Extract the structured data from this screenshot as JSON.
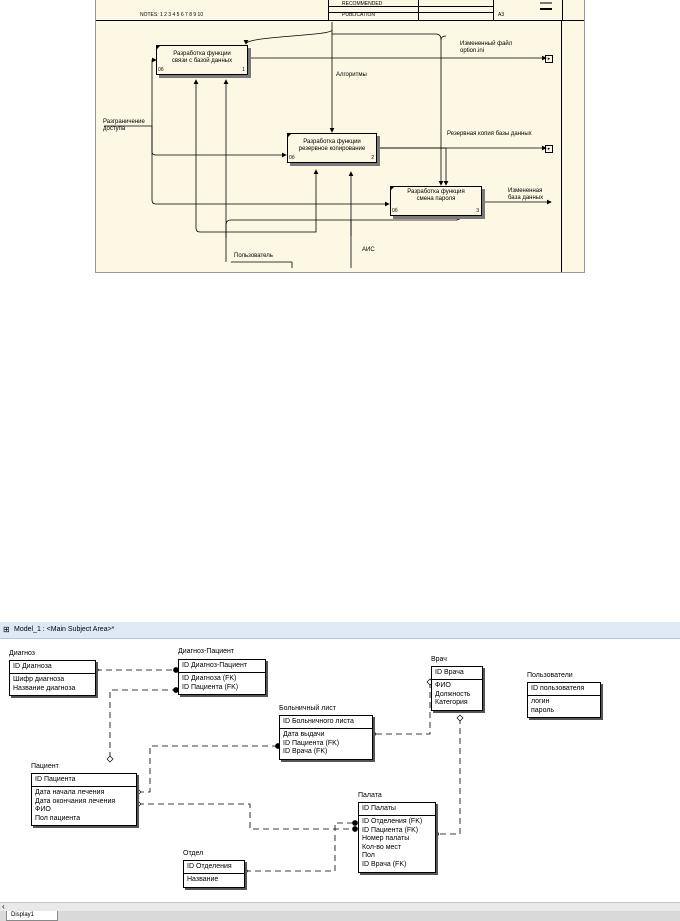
{
  "idef0": {
    "header": {
      "notes": "NOTES:  1  2  3  4  5  6  7  8  9  10",
      "recommended": "RECOMMENDED",
      "publication": "PUBLICATION",
      "sheet": "A3"
    },
    "boxes": [
      {
        "line1": "Разработка функции",
        "line2": "связи с базой данных",
        "node": "0б",
        "num": "1"
      },
      {
        "line1": "Разработка функции",
        "line2": "резервное копирование",
        "node": "0б",
        "num": "2"
      },
      {
        "line1": "Разработка функция",
        "line2": "смена пароля",
        "node": "0б",
        "num": "3"
      }
    ],
    "arrows": {
      "input_line1": "Разграничение",
      "input_line2": "доступа",
      "control": "Алгоритмы",
      "output1_line1": "Измененный файл",
      "output1_line2": "option.ini",
      "output2": "Резервная копия базы данных",
      "output3_line1": "Измененная",
      "output3_line2": "база данных",
      "mech1": "Пользователь",
      "mech2": "АИС"
    }
  },
  "erwin": {
    "window_title": "Model_1 : <Main Subject Area>*",
    "tab_label": "Display1",
    "entities": {
      "diagnoz": {
        "name": "Диагноз",
        "pk": [
          "ID Диагноза"
        ],
        "attrs": [
          "Шифр диагноза",
          "Название диагноза"
        ]
      },
      "diagnoz_pacient": {
        "name": "Диагноз-Пациент",
        "pk": [
          "ID Диагноз-Пациент"
        ],
        "attrs": [
          "ID Диагноза (FK)",
          "ID Пациента (FK)"
        ]
      },
      "vrach": {
        "name": "Врач",
        "pk": [
          "ID Врача"
        ],
        "attrs": [
          "ФИО",
          "Должность",
          "Категория"
        ]
      },
      "polzovateli": {
        "name": "Пользователи",
        "pk": [
          "ID пользователя"
        ],
        "attrs": [
          "логин",
          "пароль"
        ]
      },
      "bolnichny": {
        "name": "Больничный лист",
        "pk": [
          "ID Больничного листа"
        ],
        "attrs": [
          "Дата выдачи",
          "ID Пациента (FK)",
          "ID Врача (FK)"
        ]
      },
      "pacient": {
        "name": "Пациент",
        "pk": [
          "ID Пациента"
        ],
        "attrs": [
          "Дата начала лечения",
          "Дата окончания лечения",
          "ФИО",
          "Пол пациента"
        ]
      },
      "palata": {
        "name": "Палата",
        "pk": [
          "ID Палаты"
        ],
        "attrs": [
          "ID Отделения (FK)",
          "ID Пациента (FK)",
          "Номер палаты",
          "Кол-во мест",
          "Пол",
          "ID Врача (FK)"
        ]
      },
      "otdel": {
        "name": "Отдел",
        "pk": [
          "ID Отделения"
        ],
        "attrs": [
          "Название"
        ]
      }
    }
  }
}
